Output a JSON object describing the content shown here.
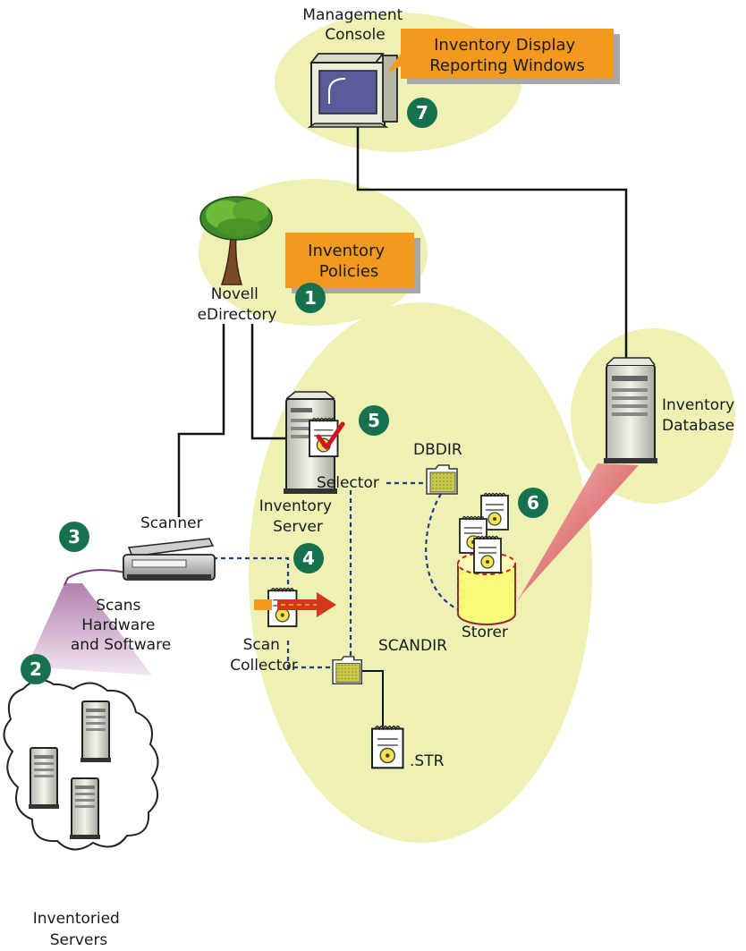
{
  "labels": {
    "management_console": [
      "Management",
      "Console"
    ],
    "inventory_display": [
      "Inventory Display",
      "Reporting Windows"
    ],
    "inventory_policies": [
      "Inventory",
      "Policies"
    ],
    "novell_edirectory": [
      "Novell",
      "eDirectory"
    ],
    "inventory_database": [
      "Inventory",
      "Database"
    ],
    "inventory_server": [
      "Inventory",
      "Server"
    ],
    "selector": "Selector",
    "dbdir": "DBDIR",
    "scanner": "Scanner",
    "scans": [
      "Scans",
      "Hardware",
      "and Software"
    ],
    "scan_collector": [
      "Scan",
      "Collector"
    ],
    "scandir": "SCANDIR",
    "storer": "Storer",
    "str_file": ".STR",
    "inventoried_servers": [
      "Inventoried",
      "Servers"
    ]
  },
  "steps": [
    "1",
    "2",
    "3",
    "4",
    "5",
    "6",
    "7"
  ],
  "colors": {
    "zone_fill": "#eef0b4",
    "callout_orange": "#f39a1e",
    "step_green": "#16714f",
    "beam_red": "#c8202a",
    "beam_purple": "#a46aa0",
    "dash_blue": "#1f3c8c",
    "storer_yellow": "#fbfb7a"
  },
  "icons": {
    "console": "monitor-icon",
    "tree": "tree-icon",
    "server": "server-tower-icon",
    "scanner": "scanner-icon",
    "folder": "folder-icon",
    "document": "document-icon",
    "checkmark": "checkmark-icon",
    "database": "database-cylinder-icon",
    "cloud": "cloud-icon",
    "arrow": "arrow-icon"
  }
}
